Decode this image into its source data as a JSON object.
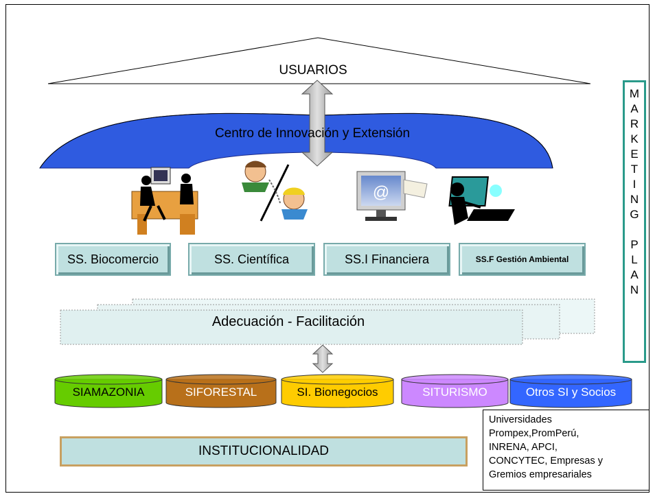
{
  "title": "USUARIOS",
  "innovation_center": "Centro de Innovación y Extensión",
  "services": [
    "SS. Biocomercio",
    "SS. Científica",
    "SS.I Financiera",
    "SS.F Gestión Ambiental"
  ],
  "adaptation": "Adecuación - Facilitación",
  "information_systems": [
    {
      "label": "SIAMAZONIA",
      "color": "#66cc00"
    },
    {
      "label": "SIFORESTAL",
      "color": "#b8701a"
    },
    {
      "label": "SI. Bionegocios",
      "color": "#ffcc00"
    },
    {
      "label": "SITURISMO",
      "color": "#cc88ff"
    },
    {
      "label": "Otros SI y Socios",
      "color": "#3366ff"
    }
  ],
  "marketing_letters": [
    "M",
    "A",
    "R",
    "K",
    "E",
    "T",
    "I",
    "N",
    "G",
    "",
    "P",
    "L",
    "A",
    "N"
  ],
  "institutionality": "INSTITUCIONALIDAD",
  "partners_lines": [
    "Universidades",
    "Prompex,PromPerú,",
    "INRENA, APCI,",
    "CONCYTEC, Empresas y",
    "Gremios empresariales"
  ]
}
